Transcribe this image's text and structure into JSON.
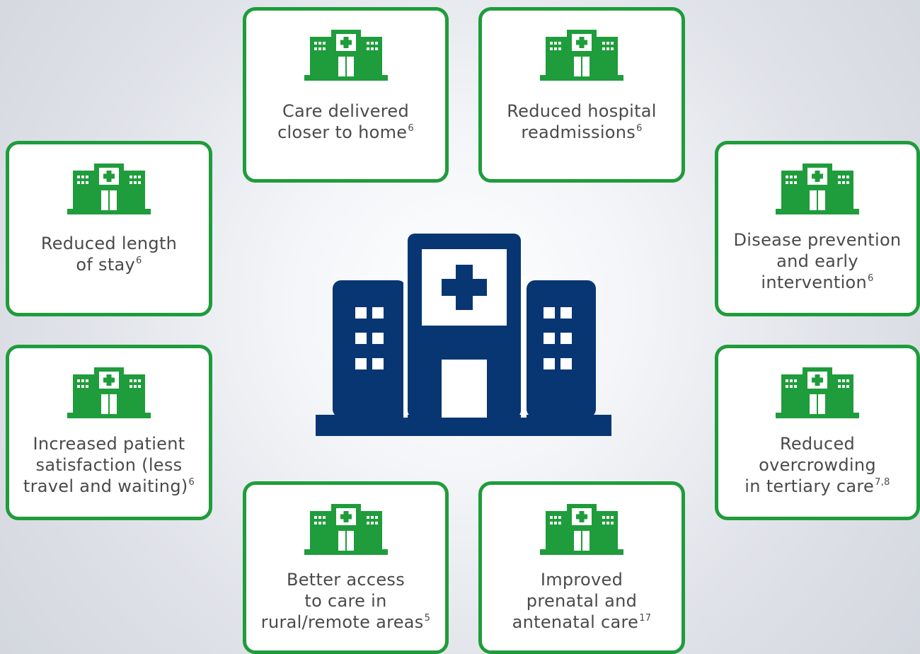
{
  "colors": {
    "card_border": "#1f9c3b",
    "icon_green": "#1f9c3b",
    "center_icon_navy": "#073673",
    "text": "#4a4a4a"
  },
  "center_icon": "hospital-building-icon",
  "benefits": [
    {
      "id": "care-closer-home",
      "icon": "hospital-icon",
      "lines": [
        "Care delivered",
        "closer to home"
      ],
      "ref": "6"
    },
    {
      "id": "reduced-readmissions",
      "icon": "hospital-icon",
      "lines": [
        "Reduced hospital",
        "readmissions"
      ],
      "ref": "6"
    },
    {
      "id": "reduced-length-of-stay",
      "icon": "hospital-icon",
      "lines": [
        "Reduced length",
        "of stay"
      ],
      "ref": "6"
    },
    {
      "id": "disease-prevention",
      "icon": "hospital-icon",
      "lines": [
        "Disease prevention",
        "and early",
        "intervention"
      ],
      "ref": "6"
    },
    {
      "id": "patient-satisfaction",
      "icon": "hospital-icon",
      "lines": [
        "Increased patient",
        "satisfaction (less",
        "travel and waiting)"
      ],
      "ref": "6"
    },
    {
      "id": "reduced-overcrowding",
      "icon": "hospital-icon",
      "lines": [
        "Reduced",
        "overcrowding",
        "in tertiary care"
      ],
      "ref": "7,8"
    },
    {
      "id": "better-access",
      "icon": "hospital-icon",
      "lines": [
        "Better access",
        "to care in",
        "rural/remote areas"
      ],
      "ref": "5"
    },
    {
      "id": "prenatal-care",
      "icon": "hospital-icon",
      "lines": [
        "Improved",
        "prenatal and",
        "antenatal care"
      ],
      "ref": "17"
    }
  ]
}
